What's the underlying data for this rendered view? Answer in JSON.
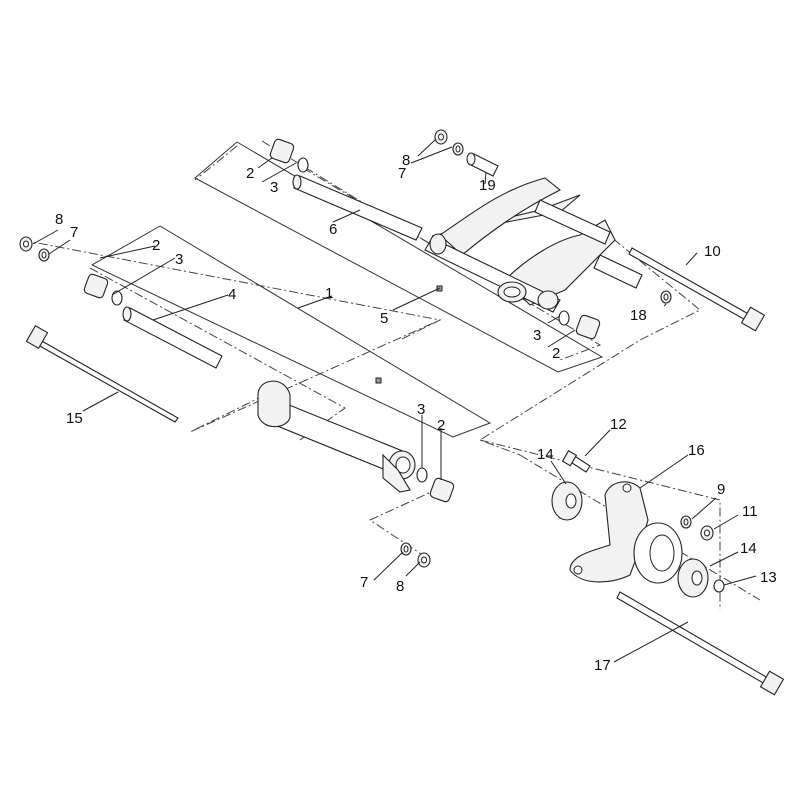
{
  "labels": [
    {
      "id": "l1",
      "text": "1"
    },
    {
      "id": "l2a",
      "text": "2"
    },
    {
      "id": "l2b",
      "text": "2"
    },
    {
      "id": "l2c",
      "text": "2"
    },
    {
      "id": "l2d",
      "text": "2"
    },
    {
      "id": "l3a",
      "text": "3"
    },
    {
      "id": "l3b",
      "text": "3"
    },
    {
      "id": "l3c",
      "text": "3"
    },
    {
      "id": "l3d",
      "text": "3"
    },
    {
      "id": "l4",
      "text": "4"
    },
    {
      "id": "l5",
      "text": "5"
    },
    {
      "id": "l6",
      "text": "6"
    },
    {
      "id": "l7a",
      "text": "7"
    },
    {
      "id": "l7b",
      "text": "7"
    },
    {
      "id": "l7c",
      "text": "7"
    },
    {
      "id": "l8a",
      "text": "8"
    },
    {
      "id": "l8b",
      "text": "8"
    },
    {
      "id": "l8c",
      "text": "8"
    },
    {
      "id": "l9",
      "text": "9"
    },
    {
      "id": "l10",
      "text": "10"
    },
    {
      "id": "l11",
      "text": "11"
    },
    {
      "id": "l12",
      "text": "12"
    },
    {
      "id": "l13",
      "text": "13"
    },
    {
      "id": "l14a",
      "text": "14"
    },
    {
      "id": "l14b",
      "text": "14"
    },
    {
      "id": "l15",
      "text": "15"
    },
    {
      "id": "l16",
      "text": "16"
    },
    {
      "id": "l17",
      "text": "17"
    },
    {
      "id": "l18",
      "text": "18"
    },
    {
      "id": "l19",
      "text": "19"
    }
  ]
}
